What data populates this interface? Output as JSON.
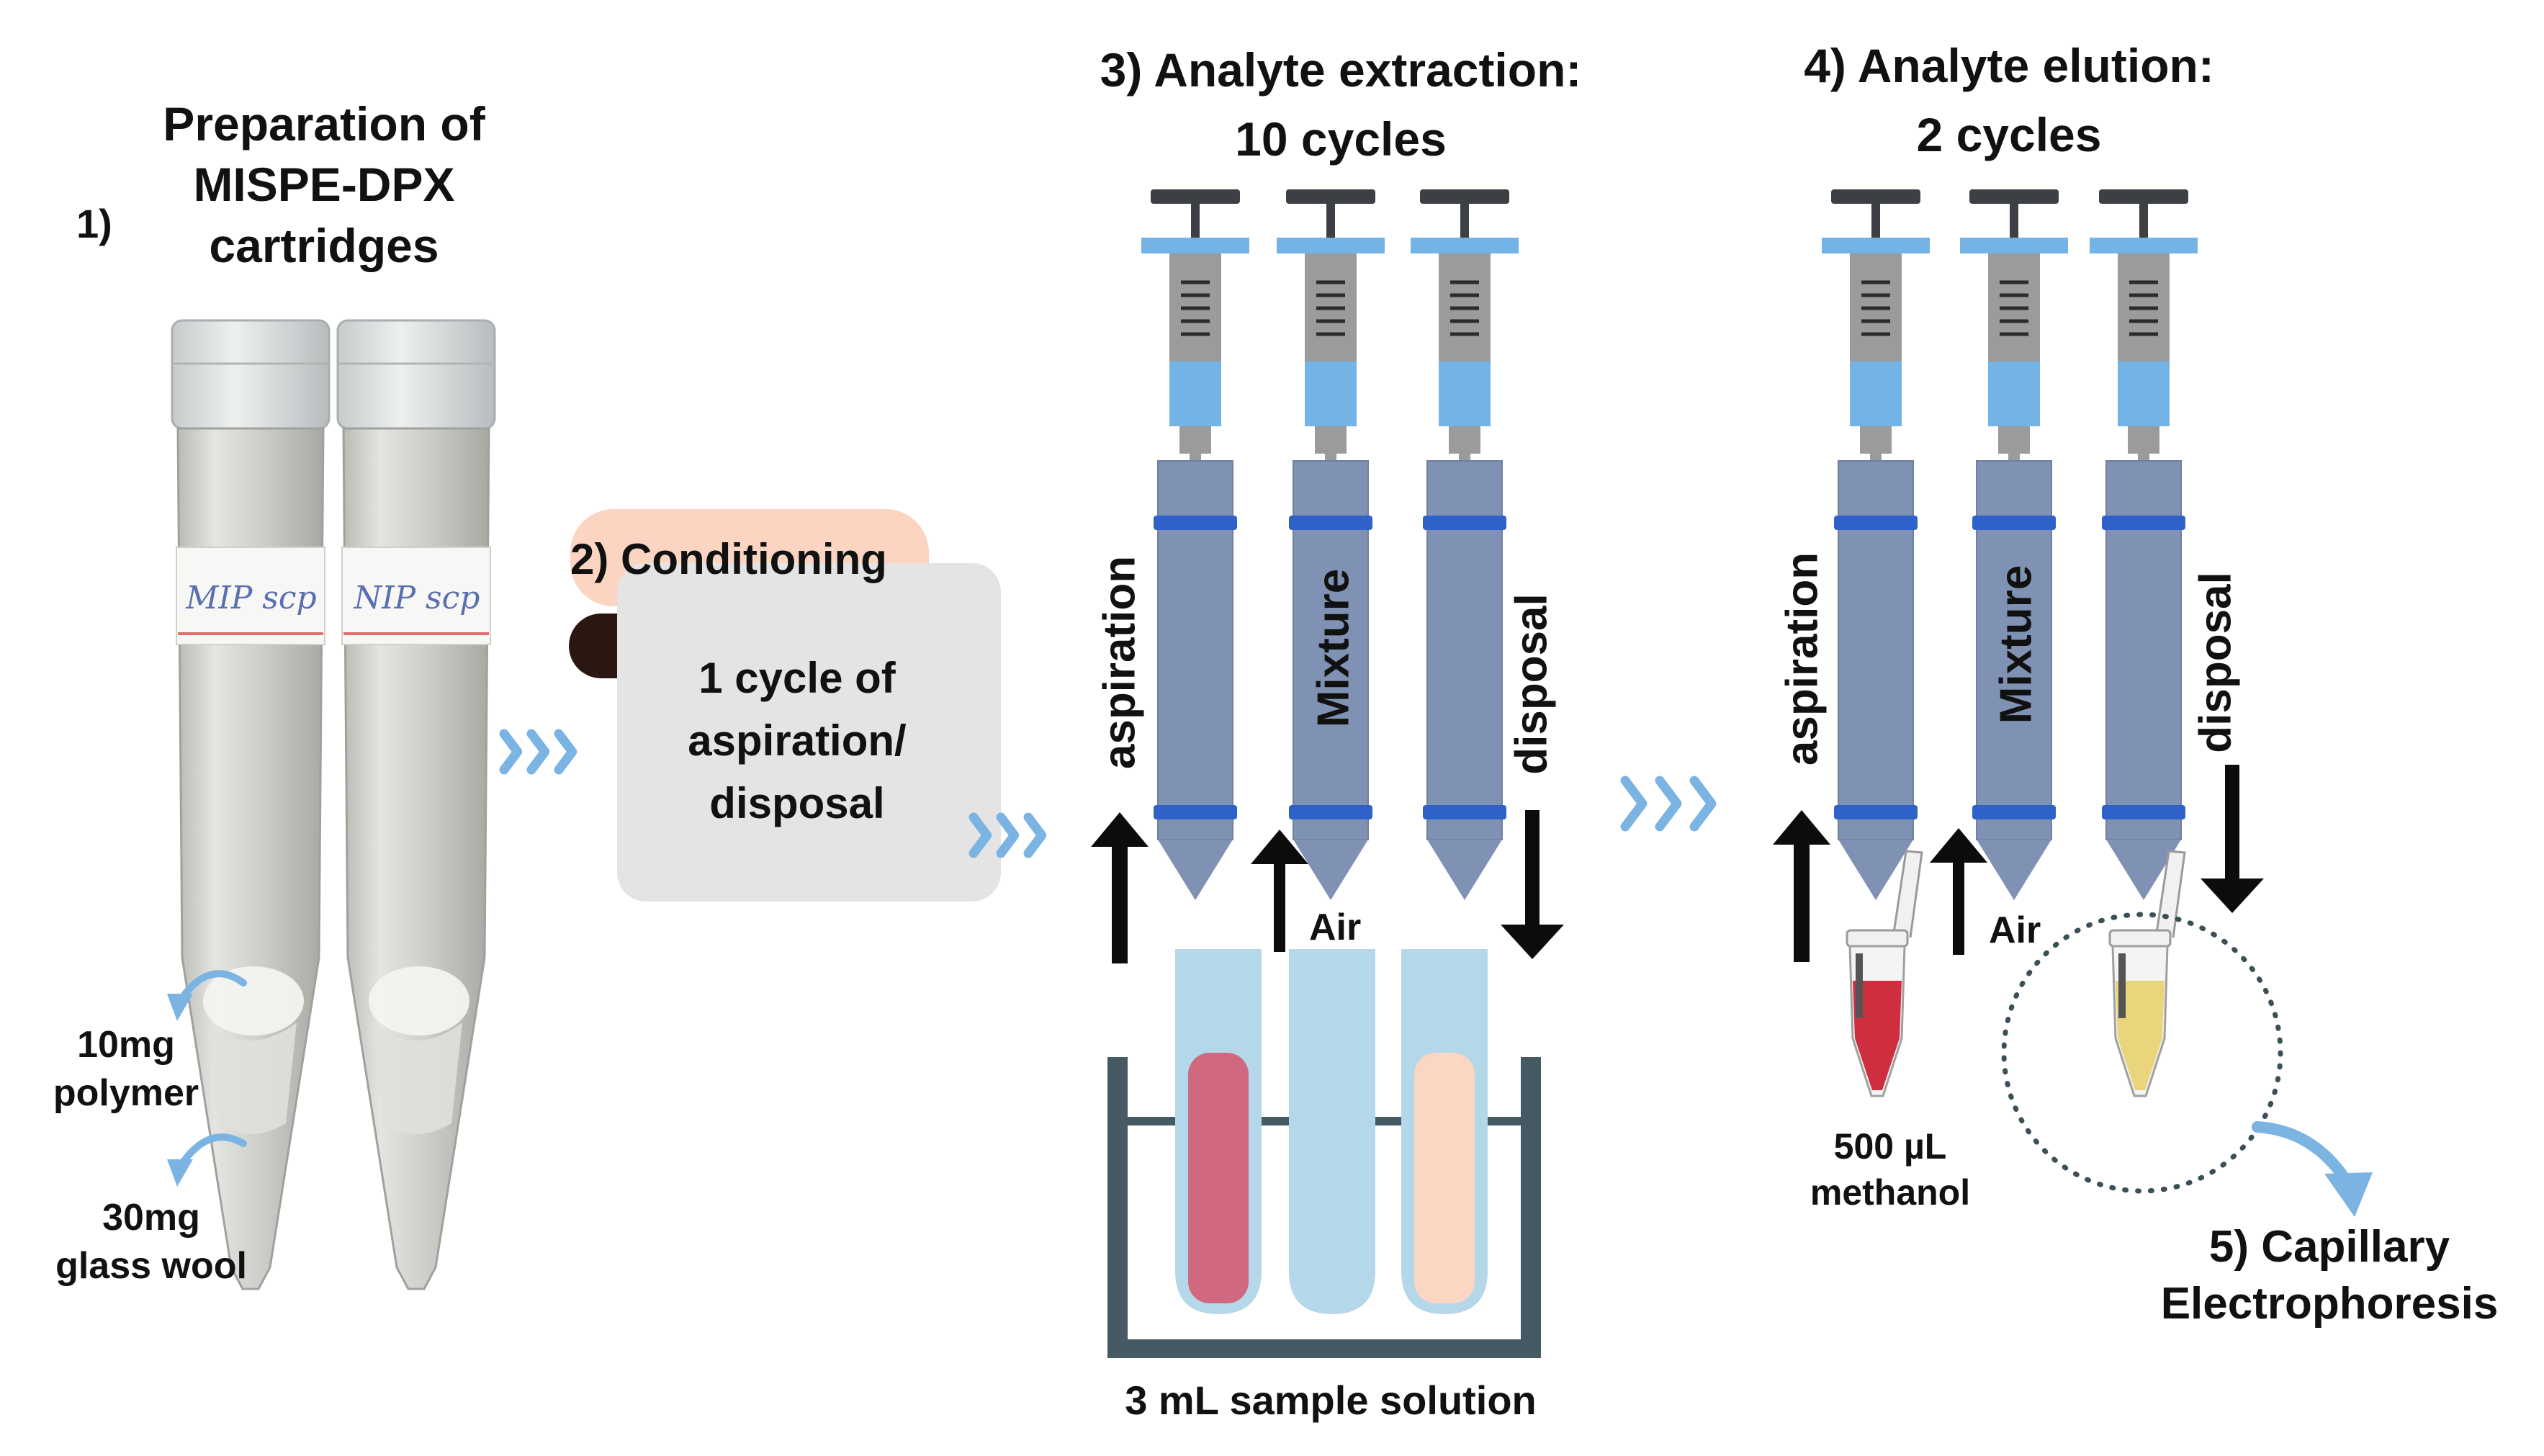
{
  "step1": {
    "number": "1)",
    "title": "Preparation of\nMISPE-DPX\ncartridges",
    "label_polymer": "10mg\npolymer",
    "label_wool": "30mg\nglass wool",
    "tube_label_left": "MIP scp",
    "tube_label_right": "NIP scp"
  },
  "step2": {
    "title": "2) Conditioning",
    "body": "1 cycle of\naspiration/\ndisposal"
  },
  "step3": {
    "title": "3) Analyte extraction:\n10 cycles",
    "aspiration": "aspiration",
    "mixture": "Mixture",
    "disposal": "disposal",
    "air": "Air",
    "sample": "3 mL sample solution"
  },
  "step4": {
    "title": "4) Analyte elution:\n2 cycles",
    "aspiration": "aspiration",
    "mixture": "Mixture",
    "disposal": "disposal",
    "air": "Air",
    "solvent": "500 µL\nmethanol"
  },
  "step5": {
    "title": "5) Capillary\nElectrophoresis"
  },
  "colors": {
    "syringe_body": "#7f92b3",
    "syringe_band": "#2e62c9",
    "plunger_blue": "#73b3e6",
    "chevron": "#7bb4e3",
    "tab_peach": "#fbd5c2",
    "box_gray": "#e4e4e4",
    "rack": "#455a63",
    "tube_light": "#b5d7ea",
    "sample_pink": "#d0687f",
    "sample_peach": "#fbd6c2",
    "vial_red": "#cf2e3e",
    "vial_yellow": "#ead47c"
  }
}
